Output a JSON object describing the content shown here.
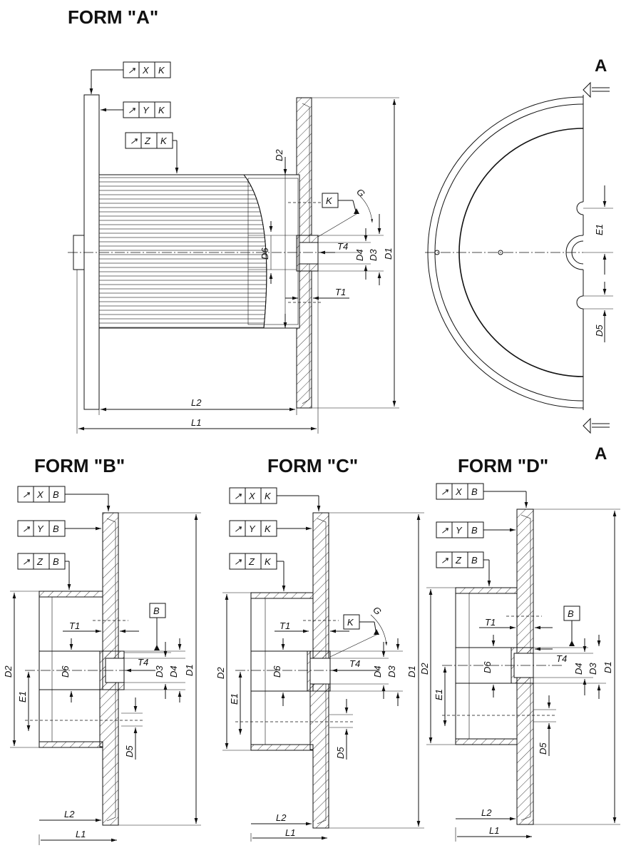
{
  "forms": {
    "a": "FORM \"A\"",
    "b": "FORM \"B\"",
    "c": "FORM \"C\"",
    "d": "FORM \"D\""
  },
  "view_label": "A",
  "runout_symbol": "↗",
  "frames": {
    "a1": [
      "X",
      "K"
    ],
    "a2": [
      "Y",
      "K"
    ],
    "a3": [
      "Z",
      "K"
    ],
    "b1": [
      "X",
      "B"
    ],
    "b2": [
      "Y",
      "B"
    ],
    "b3": [
      "Z",
      "B"
    ],
    "c1": [
      "X",
      "K"
    ],
    "c2": [
      "Y",
      "K"
    ],
    "c3": [
      "Z",
      "K"
    ],
    "d1": [
      "X",
      "B"
    ],
    "d2": [
      "Y",
      "B"
    ],
    "d3": [
      "Z",
      "B"
    ]
  },
  "datums": {
    "k": "K",
    "b": "B"
  },
  "dims": {
    "D1": "D1",
    "D2": "D2",
    "D3": "D3",
    "D4": "D4",
    "D5": "D5",
    "D6": "D6",
    "E1": "E1",
    "T1": "T1",
    "T4": "T4",
    "L1": "L1",
    "L2": "L2",
    "G": "G"
  }
}
